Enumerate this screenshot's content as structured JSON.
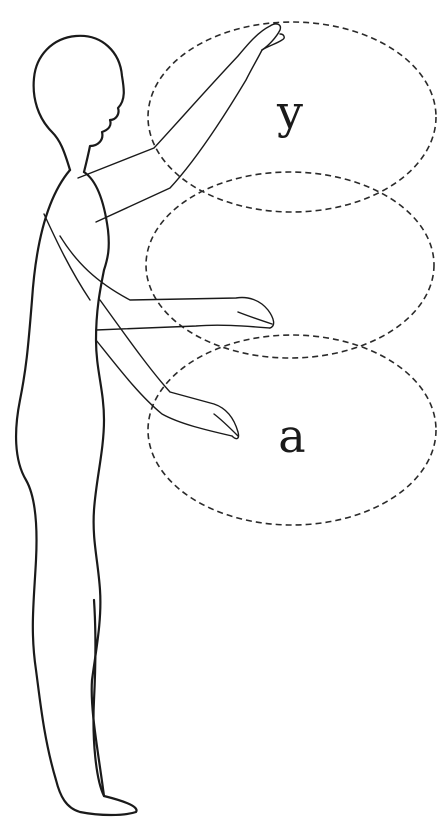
{
  "zones": [
    {
      "id": "upper",
      "label": "y"
    },
    {
      "id": "middle",
      "label": ""
    },
    {
      "id": "lower",
      "label": "a"
    }
  ]
}
